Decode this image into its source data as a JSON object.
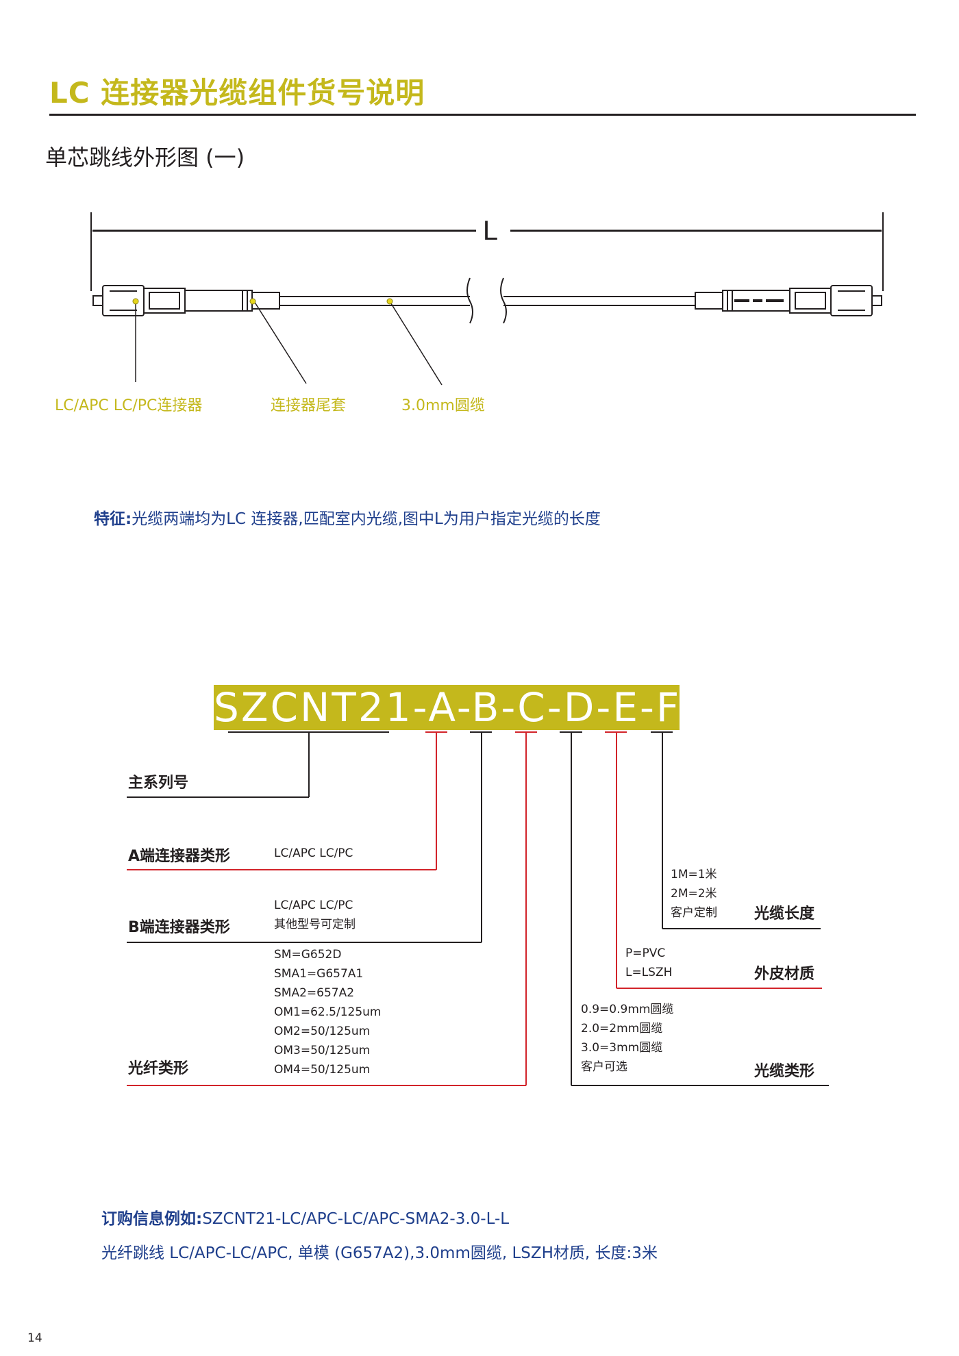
{
  "header": {
    "title": "LC 连接器光缆组件货号说明",
    "subtitle": "单芯跳线外形图 (一)"
  },
  "drawing": {
    "dimension_label": "L",
    "callouts": [
      {
        "label": "LC/APC LC/PC连接器"
      },
      {
        "label": "连接器尾套"
      },
      {
        "label": "3.0mm圆缆"
      }
    ],
    "accent_color": "#c4b81c"
  },
  "feature": {
    "label": "特征:",
    "text": "光缆两端均为LC 连接器,匹配室内光缆,图中L为用户指定光缆的长度"
  },
  "part_number": {
    "code": "SZCNT21-A-B-C-D-E-F",
    "fields": {
      "main": {
        "label": "主系列号"
      },
      "a": {
        "label": "A端连接器类形",
        "options": "LC/APC LC/PC"
      },
      "b": {
        "label": "B端连接器类形",
        "options": "LC/APC LC/PC\n其他型号可定制"
      },
      "c": {
        "label": "光纤类形",
        "options": "SM=G652D\nSMA1=G657A1\nSMA2=657A2\nOM1=62.5/125um\nOM2=50/125um\nOM3=50/125um\nOM4=50/125um"
      },
      "d": {
        "label": "光缆类形",
        "options": "0.9=0.9mm圆缆\n2.0=2mm圆缆\n3.0=3mm圆缆\n客户可选"
      },
      "e": {
        "label": "外皮材质",
        "options": "P=PVC\nL=LSZH"
      },
      "f": {
        "label": "光缆长度",
        "options": "1M=1米\n2M=2米\n客户定制"
      }
    },
    "red_color": "#d2232a"
  },
  "order": {
    "label": "订购信息例如:",
    "code": "SZCNT21-LC/APC-LC/APC-SMA2-3.0-L-L",
    "description": "光纤跳线 LC/APC-LC/APC, 单模 (G657A2),3.0mm圆缆, LSZH材质, 长度:3米"
  },
  "page_number": "14"
}
